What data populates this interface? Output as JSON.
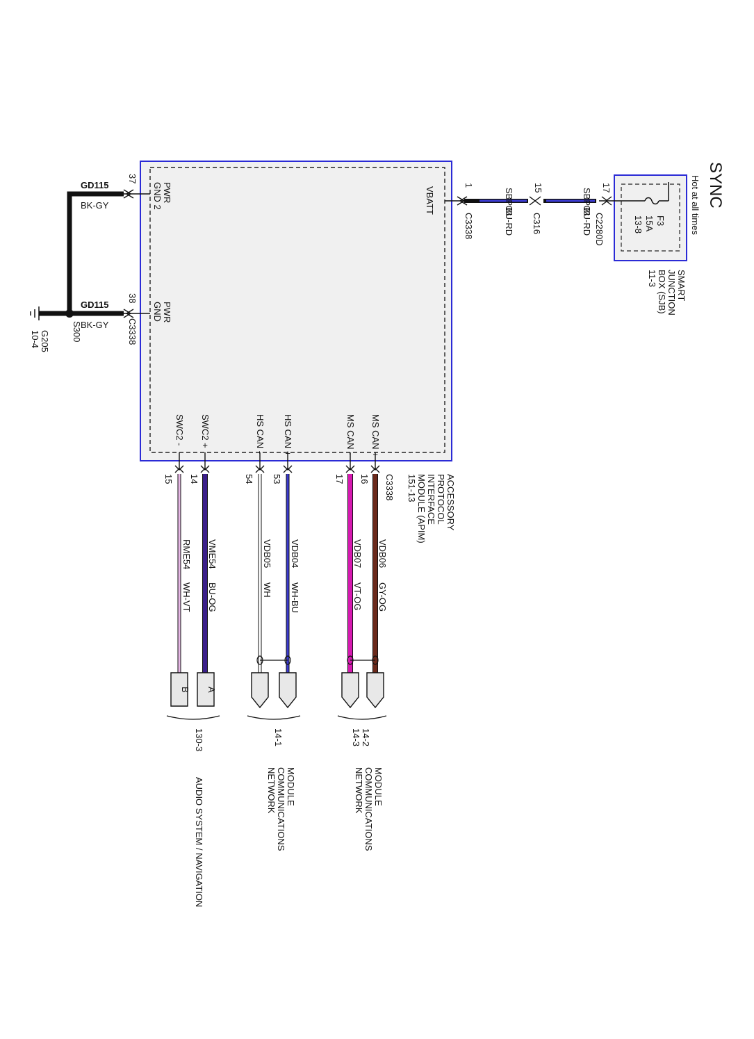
{
  "title": "SYNC",
  "sjb": {
    "hot_label": "Hot at all times",
    "fuse": [
      "F3",
      "15A",
      "13-8"
    ],
    "name_lines": [
      "SMART",
      "JUNCTION",
      "BOX (SJB)",
      "11-3"
    ],
    "connector": "C2280D",
    "pin": "17"
  },
  "power_feed": {
    "segments": [
      {
        "circuit": "SBP03",
        "color": "BU-RD"
      },
      {
        "circuit": "SBP03",
        "color": "BU-RD"
      }
    ],
    "mid_connector": "C316",
    "mid_pin": "15",
    "module_connector": "C3338",
    "module_pin": "1",
    "module_label": "VBATT"
  },
  "ground": {
    "pins": [
      {
        "pin": "37",
        "label_lines": [
          "PWR",
          "GND 2"
        ],
        "circuit": "GD115",
        "color": "BK-GY"
      },
      {
        "pin": "38",
        "label_lines": [
          "PWR",
          "GND"
        ],
        "circuit": "GD115",
        "color": "BK-GY",
        "connector": "C3338"
      }
    ],
    "splice": "S300",
    "ground_point": [
      "G205",
      "10-4"
    ]
  },
  "module": {
    "name_lines": [
      "ACCESSORY",
      "PROTOCOL",
      "INTERFACE",
      "MODULE (APIM)",
      "151-13"
    ],
    "connector": "C3338"
  },
  "bus_pins": [
    {
      "label": "MS CAN +",
      "pin": "16",
      "circuit": "VDB06",
      "color": "GY-OG",
      "wire": "#6b2a1c"
    },
    {
      "label": "MS CAN -",
      "pin": "17",
      "circuit": "VDB07",
      "color": "VT-OG",
      "wire": "#d619b0"
    },
    {
      "label": "HS CAN +",
      "pin": "53",
      "circuit": "VDB04",
      "color": "WH-BU",
      "wire": "#3a3ad0"
    },
    {
      "label": "HS CAN -",
      "pin": "54",
      "circuit": "VDB05",
      "color": "WH",
      "wire": "#ffffff"
    },
    {
      "label": "SWC2 +",
      "pin": "14",
      "circuit": "VME54",
      "color": "BU-OG",
      "wire": "#3b1f8a"
    },
    {
      "label": "SWC2 -",
      "pin": "15",
      "circuit": "RME54",
      "color": "WH-VT",
      "wire": "#e7b8e6"
    }
  ],
  "destinations": [
    {
      "refs": [
        "14-2",
        "14-3"
      ],
      "name_lines": [
        "MODULE",
        "COMMUNICATIONS",
        "NETWORK"
      ]
    },
    {
      "refs": [
        "14-1"
      ],
      "name_lines": [
        "MODULE",
        "COMMUNICATIONS",
        "NETWORK"
      ]
    },
    {
      "refs": [
        "130-3"
      ],
      "name_lines": [
        "AUDIO SYSTEM / NAVIGATION"
      ],
      "tags": [
        "A",
        "B"
      ]
    }
  ],
  "colors": {
    "border": "#2b2bd6",
    "module_fill": "#f0f0f0"
  }
}
